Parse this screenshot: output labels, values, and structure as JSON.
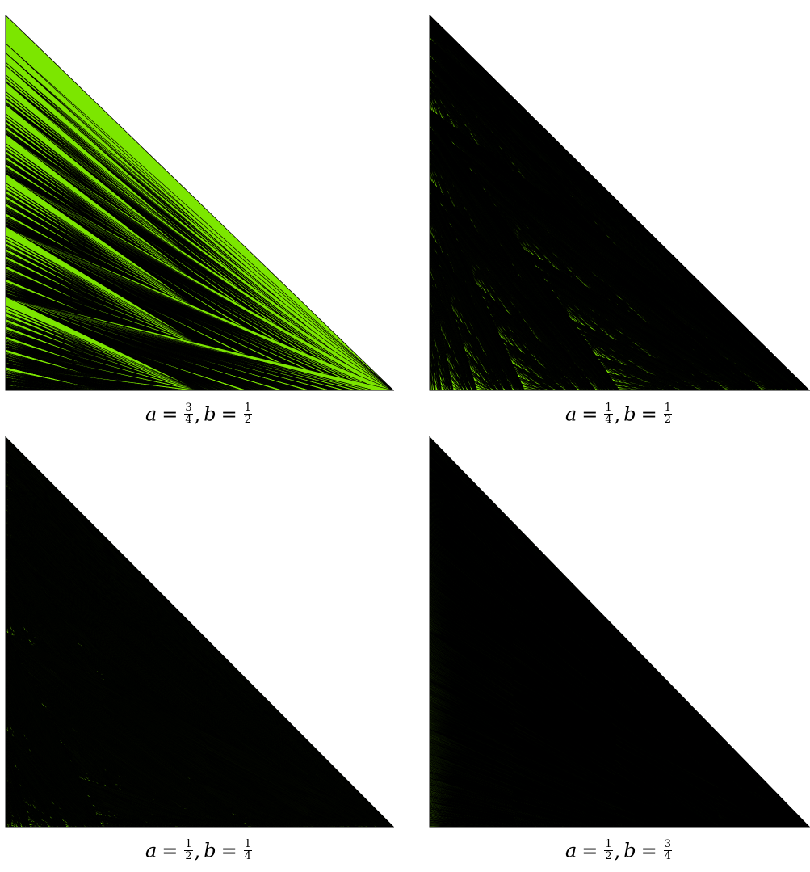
{
  "colors": {
    "fill": "#7ce600",
    "stroke": "#000000",
    "hole": "#ffffff"
  },
  "panels": [
    {
      "id": "tl",
      "a": [
        3,
        4
      ],
      "b": [
        1,
        2
      ],
      "depth": 9,
      "caption": {
        "a_var": "a",
        "eq1": "=",
        "a_num": "3",
        "a_den": "4",
        "sep": ",",
        "b_var": "b",
        "eq2": "=",
        "b_num": "1",
        "b_den": "2"
      }
    },
    {
      "id": "tr",
      "a": [
        1,
        4
      ],
      "b": [
        1,
        2
      ],
      "depth": 9,
      "caption": {
        "a_var": "a",
        "eq1": "=",
        "a_num": "1",
        "a_den": "4",
        "sep": ",",
        "b_var": "b",
        "eq2": "=",
        "b_num": "1",
        "b_den": "2"
      }
    },
    {
      "id": "bl",
      "a": [
        1,
        2
      ],
      "b": [
        1,
        4
      ],
      "depth": 9,
      "caption": {
        "a_var": "a",
        "eq1": "=",
        "a_num": "1",
        "a_den": "2",
        "sep": ",",
        "b_var": "b",
        "eq2": "=",
        "b_num": "1",
        "b_den": "4"
      }
    },
    {
      "id": "br",
      "a": [
        1,
        2
      ],
      "b": [
        3,
        4
      ],
      "depth": 9,
      "caption": {
        "a_var": "a",
        "eq1": "=",
        "a_num": "1",
        "a_den": "2",
        "sep": ",",
        "b_var": "b",
        "eq2": "=",
        "b_num": "3",
        "b_den": "4"
      }
    }
  ]
}
